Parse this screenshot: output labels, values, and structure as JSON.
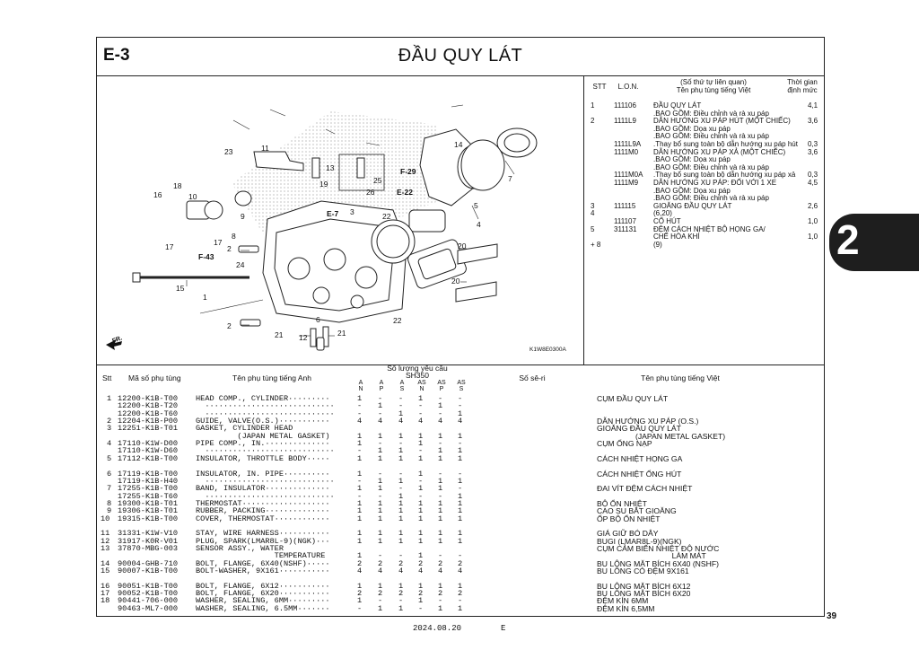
{
  "header": {
    "code": "E-3",
    "title": "ĐẦU QUY LÁT"
  },
  "page_number": "39",
  "section_tab": "2",
  "footer": {
    "date": "2024.08.20",
    "edition": "E"
  },
  "diagram": {
    "image_code": "K1W8E0300A",
    "front_label": "FR.",
    "callouts": [
      "1",
      "2",
      "2",
      "3",
      "4",
      "5",
      "6",
      "7",
      "8",
      "9",
      "10",
      "11",
      "12",
      "13",
      "14",
      "15",
      "16",
      "17",
      "17",
      "18",
      "19",
      "20",
      "20",
      "21",
      "21",
      "22",
      "22",
      "23",
      "24",
      "25",
      "26"
    ],
    "refs": [
      "F-29",
      "E-22",
      "E-7",
      "F-43"
    ]
  },
  "assembly_panel": {
    "headers": {
      "stt": "STT",
      "lon": "L.O.N.",
      "desc": "(Số thứ tự liên quan)\nTên phụ tùng tiếng Việt",
      "time": "Thời gian\nđịnh mức"
    },
    "rows": [
      {
        "stt": "1",
        "lon": "111106",
        "desc": "ĐẦU QUY LÁT",
        "time": "4,1"
      },
      {
        "stt": "",
        "lon": "",
        "desc": ".BAO GỒM: Điều chỉnh và rà xu páp",
        "time": ""
      },
      {
        "stt": "2",
        "lon": "1111L9",
        "desc": "DẪN HƯỚNG XU PÁP HÚT (MỘT CHIẾC)",
        "time": "3,6"
      },
      {
        "stt": "",
        "lon": "",
        "desc": ".BAO GỒM: Dọa xu páp",
        "time": ""
      },
      {
        "stt": "",
        "lon": "",
        "desc": ".BAO GỒM: Điều chỉnh và rà xu páp",
        "time": ""
      },
      {
        "stt": "",
        "lon": "1111L9A",
        "desc": ".Thay bổ sung toàn bộ dẫn hướng xu páp hút",
        "time": "0,3"
      },
      {
        "stt": "",
        "lon": "1111M0",
        "desc": "DẪN HƯỚNG XU PÁP XẢ (MỘT CHIẾC)",
        "time": "3,6"
      },
      {
        "stt": "",
        "lon": "",
        "desc": ".BAO GỒM: Dọa xu páp",
        "time": ""
      },
      {
        "stt": "",
        "lon": "",
        "desc": ".BAO GỒM: Điều chỉnh và rà xu páp",
        "time": ""
      },
      {
        "stt": "",
        "lon": "1111M0A",
        "desc": ".Thay bổ sung toàn bộ dẫn hướng xu páp xả",
        "time": "0,3"
      },
      {
        "stt": "",
        "lon": "1111M9",
        "desc": "DẪN HƯỚNG XU PÁP: ĐỐI VỚI 1 XE",
        "time": "4,5"
      },
      {
        "stt": "",
        "lon": "",
        "desc": ".BAO GỒM: Dọa xu páp",
        "time": ""
      },
      {
        "stt": "",
        "lon": "",
        "desc": ".BAO GỒM: Điều chỉnh và rà xu páp",
        "time": ""
      },
      {
        "stt": "3",
        "lon": "111115",
        "desc": "GIOĂNG ĐẦU QUY LÁT",
        "time": "2,6"
      },
      {
        "stt": "4",
        "lon": "",
        "desc": "(6,20)",
        "time": ""
      },
      {
        "stt": "",
        "lon": "111107",
        "desc": "CỔ HÚT",
        "time": "1,0"
      },
      {
        "stt": "5",
        "lon": "311131",
        "desc": "ĐỆM CÁCH NHIỆT BỘ HỌNG GA/",
        "time": ""
      },
      {
        "stt": "",
        "lon": "",
        "desc": "CHẾ HÒA KHÍ",
        "time": "1,0"
      },
      {
        "stt": "+ 8",
        "lon": "",
        "desc": "(9)",
        "time": ""
      }
    ]
  },
  "parts_table": {
    "headers": {
      "stt": "Stt",
      "part_no": "Mã số phụ tùng",
      "name_en": "Tên phụ tùng tiếng Anh",
      "qty": "Số lượng yêu cầu",
      "model": "SH350",
      "serial": "Số sê-ri",
      "name_vn": "Tên phụ tùng tiếng Việt"
    },
    "qty_cols": [
      "A\nN",
      "A\nP",
      "A\nS",
      "AS\nN",
      "AS\nP",
      "AS\nS"
    ],
    "rows": [
      {
        "stt": "1",
        "part": "12200-K1B-T00",
        "en": "HEAD COMP., CYLINDER·········",
        "q": [
          "1",
          "-",
          "-",
          "1",
          "-",
          "-"
        ],
        "vn": "CỤM ĐẦU QUY LÁT"
      },
      {
        "stt": "",
        "part": "12200-K1B-T20",
        "en": "  ····························",
        "q": [
          "-",
          "1",
          "-",
          "-",
          "1",
          "-"
        ],
        "vn": ""
      },
      {
        "stt": "",
        "part": "12200-K1B-T60",
        "en": "  ····························",
        "q": [
          "-",
          "-",
          "1",
          "-",
          "-",
          "1"
        ],
        "vn": ""
      },
      {
        "stt": "2",
        "part": "12204-K1B-P00",
        "en": "GUIDE, VALVE(O.S.)···········",
        "q": [
          "4",
          "4",
          "4",
          "4",
          "4",
          "4"
        ],
        "vn": "DẪN HƯỚNG XU PÁP (O.S.)"
      },
      {
        "stt": "3",
        "part": "12251-K1B-T01",
        "en": "GASKET, CYLINDER HEAD",
        "q": [
          "",
          "",
          "",
          "",
          "",
          ""
        ],
        "vn": "GIOĂNG ĐẦU QUY LÁT"
      },
      {
        "stt": "",
        "part": "",
        "en": "         (JAPAN METAL GASKET)",
        "q": [
          "1",
          "1",
          "1",
          "1",
          "1",
          "1"
        ],
        "vn": "                  (JAPAN METAL GASKET)"
      },
      {
        "stt": "4",
        "part": "17110-K1W-D00",
        "en": "PIPE COMP., IN.··············",
        "q": [
          "1",
          "-",
          "-",
          "1",
          "-",
          "-"
        ],
        "vn": "CỤM ỐNG NẠP"
      },
      {
        "stt": "",
        "part": "17110-K1W-D60",
        "en": "  ····························",
        "q": [
          "-",
          "1",
          "1",
          "-",
          "1",
          "1"
        ],
        "vn": ""
      },
      {
        "stt": "5",
        "part": "17112-K1B-T00",
        "en": "INSULATOR, THROTTLE BODY·····",
        "q": [
          "1",
          "1",
          "1",
          "1",
          "1",
          "1"
        ],
        "vn": "CÁCH NHIỆT HỌNG GA"
      },
      {
        "stt": "",
        "part": "",
        "en": "",
        "q": [
          "",
          "",
          "",
          "",
          "",
          ""
        ],
        "vn": ""
      },
      {
        "stt": "6",
        "part": "17119-K1B-T00",
        "en": "INSULATOR, IN. PIPE··········",
        "q": [
          "1",
          "-",
          "-",
          "1",
          "-",
          "-"
        ],
        "vn": "CÁCH NHIỆT ỐNG HÚT"
      },
      {
        "stt": "",
        "part": "17119-K1B-H40",
        "en": "  ····························",
        "q": [
          "-",
          "1",
          "1",
          "-",
          "1",
          "1"
        ],
        "vn": ""
      },
      {
        "stt": "7",
        "part": "17255-K1B-T00",
        "en": "BAND, INSULATOR··············",
        "q": [
          "1",
          "1",
          "-",
          "1",
          "1",
          "-"
        ],
        "vn": "ĐAI VÍT ĐỆM CÁCH NHIỆT"
      },
      {
        "stt": "",
        "part": "17255-K1B-T60",
        "en": "  ····························",
        "q": [
          "-",
          "-",
          "1",
          "-",
          "-",
          "1"
        ],
        "vn": ""
      },
      {
        "stt": "8",
        "part": "19300-K1B-T01",
        "en": "THERMOSTAT···················",
        "q": [
          "1",
          "1",
          "1",
          "1",
          "1",
          "1"
        ],
        "vn": "BỘ ỔN NHIỆT"
      },
      {
        "stt": "9",
        "part": "19306-K1B-T01",
        "en": "RUBBER, PACKING··············",
        "q": [
          "1",
          "1",
          "1",
          "1",
          "1",
          "1"
        ],
        "vn": "CAO SU BẮT GIOĂNG"
      },
      {
        "stt": "10",
        "part": "19315-K1B-T00",
        "en": "COVER, THERMOSTAT············",
        "q": [
          "1",
          "1",
          "1",
          "1",
          "1",
          "1"
        ],
        "vn": "ỐP BỘ ỔN NHIỆT"
      },
      {
        "stt": "",
        "part": "",
        "en": "",
        "q": [
          "",
          "",
          "",
          "",
          "",
          ""
        ],
        "vn": ""
      },
      {
        "stt": "11",
        "part": "31331-K1W-V10",
        "en": "STAY, WIRE HARNESS···········",
        "q": [
          "1",
          "1",
          "1",
          "1",
          "1",
          "1"
        ],
        "vn": "GIÁ GIỮ BÓ DÂY"
      },
      {
        "stt": "12",
        "part": "31917-K0R-V01",
        "en": "PLUG, SPARK(LMAR8L-9)(NGK)···",
        "q": [
          "1",
          "1",
          "1",
          "1",
          "1",
          "1"
        ],
        "vn": "BUGI (LMAR8L-9)(NGK)"
      },
      {
        "stt": "13",
        "part": "37870-MBG-003",
        "en": "SENSOR ASSY., WATER",
        "q": [
          "",
          "",
          "",
          "",
          "",
          ""
        ],
        "vn": "CỤM CẢM BIẾN NHIỆT ĐỘ NƯỚC"
      },
      {
        "stt": "",
        "part": "",
        "en": "                 TEMPERATURE",
        "q": [
          "1",
          "-",
          "-",
          "1",
          "-",
          "-"
        ],
        "vn": "                                   LÀM MÁT"
      },
      {
        "stt": "14",
        "part": "90004-GHB-710",
        "en": "BOLT, FLANGE, 6X40(NSHF)·····",
        "q": [
          "2",
          "2",
          "2",
          "2",
          "2",
          "2"
        ],
        "vn": "BU LÔNG MẶT BÍCH 6X40 (NSHF)"
      },
      {
        "stt": "15",
        "part": "90007-K1B-T00",
        "en": "BOLT-WASHER, 9X161···········",
        "q": [
          "4",
          "4",
          "4",
          "4",
          "4",
          "4"
        ],
        "vn": "BU LÔNG CÓ ĐỆM 9X161"
      },
      {
        "stt": "",
        "part": "",
        "en": "",
        "q": [
          "",
          "",
          "",
          "",
          "",
          ""
        ],
        "vn": ""
      },
      {
        "stt": "16",
        "part": "90051-K1B-T00",
        "en": "BOLT, FLANGE, 6X12···········",
        "q": [
          "1",
          "1",
          "1",
          "1",
          "1",
          "1"
        ],
        "vn": "BU LÔNG MẶT BÍCH 6X12"
      },
      {
        "stt": "17",
        "part": "90052-K1B-T00",
        "en": "BOLT, FLANGE, 6X20···········",
        "q": [
          "2",
          "2",
          "2",
          "2",
          "2",
          "2"
        ],
        "vn": "BU LÔNG MẶT BÍCH 6X20"
      },
      {
        "stt": "18",
        "part": "90441-706-000",
        "en": "WASHER, SEALING, 6MM·········",
        "q": [
          "1",
          "-",
          "-",
          "1",
          "-",
          "-"
        ],
        "vn": "ĐỆM KÍN 6MM"
      },
      {
        "stt": "",
        "part": "90463-ML7-000",
        "en": "WASHER, SEALING, 6.5MM·······",
        "q": [
          "-",
          "1",
          "1",
          "-",
          "1",
          "1"
        ],
        "vn": "ĐỆM KÍN 6,5MM"
      }
    ]
  }
}
